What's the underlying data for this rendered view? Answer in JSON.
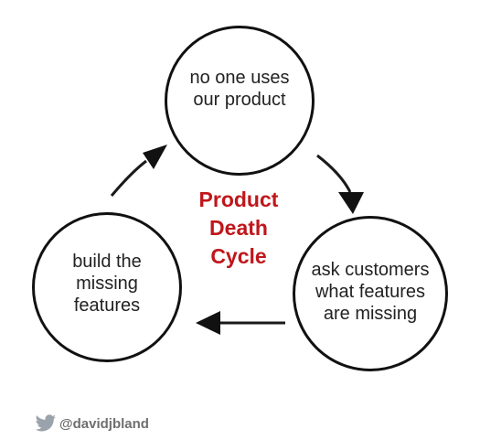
{
  "diagram": {
    "title": "Product\nDeath\nCycle",
    "nodes": {
      "top": "no one uses\nour product",
      "right": "ask customers\nwhat features\nare missing",
      "left": "build the\nmissing\nfeatures"
    },
    "edges": [
      {
        "from": "top",
        "to": "right"
      },
      {
        "from": "right",
        "to": "left"
      },
      {
        "from": "left",
        "to": "top"
      }
    ],
    "colors": {
      "title": "#c0161b",
      "node_border": "#111111",
      "node_text": "#222222",
      "credit": "#6f6f6f"
    }
  },
  "credit": {
    "icon": "twitter-bird-icon",
    "handle": "@davidjbland"
  }
}
